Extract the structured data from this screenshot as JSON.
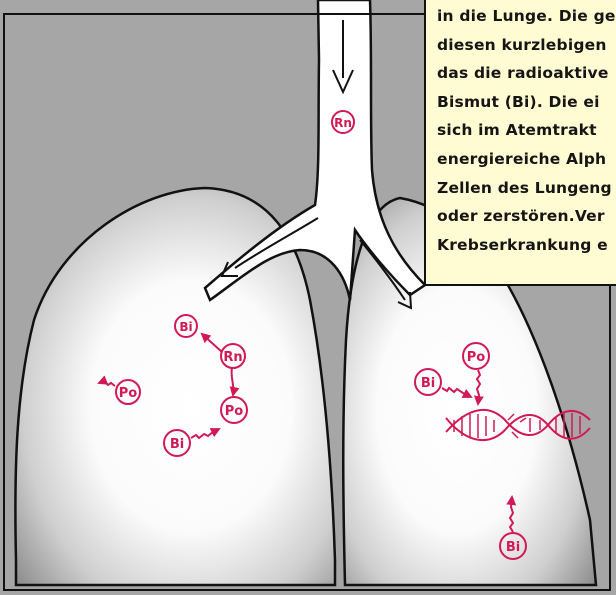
{
  "caption": {
    "lines": [
      "in die Lunge. Die ge",
      "diesen kurzlebigen",
      "das die radioaktive",
      "Bismut (Bi). Die ei",
      "sich im Atemtrakt",
      "energiereiche Alph",
      "Zellen des Lungeng",
      "oder zerstören.Ver",
      "Krebserkrankung e"
    ]
  },
  "atoms": {
    "rn_trachea": "Rn",
    "bi_left_top": "Bi",
    "rn_left": "Rn",
    "po_left_mid": "Po",
    "po_left_far": "Po",
    "bi_left_low": "Bi",
    "po_right_top": "Po",
    "bi_right_mid": "Bi",
    "bi_right_low": "Bi"
  },
  "colors": {
    "background": "#a6a6a6",
    "atom": "#d11a55",
    "caption_bg": "#fffbd2",
    "outline": "#111111"
  }
}
